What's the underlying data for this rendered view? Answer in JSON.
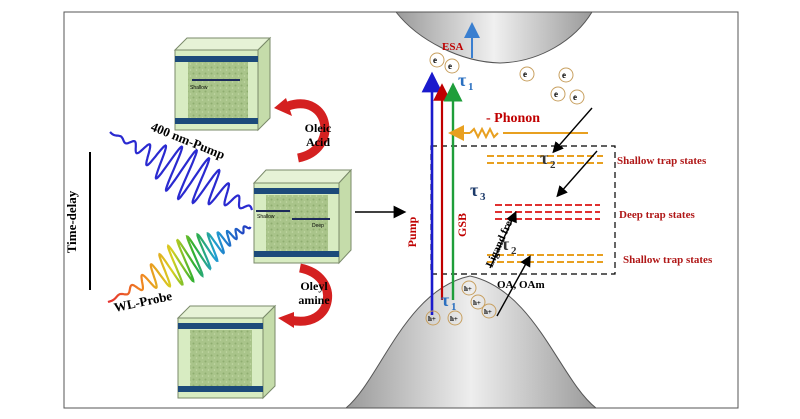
{
  "left_panel": {
    "time_axis_label": "Time-delay",
    "pump_label": "400 nm-Pump",
    "probe_label": "WL-Probe",
    "top_arrow_label_1": "Oleic",
    "top_arrow_label_2": "Acid",
    "bottom_arrow_label_1": "Oleyl",
    "bottom_arrow_label_2": "amine",
    "cube_top_inner_label": "Shallow",
    "cube_mid_inner_shallow": "Shallow",
    "cube_mid_inner_deep": "Deep"
  },
  "right_panel": {
    "esa_label": "ESA",
    "tau1_top": "τ",
    "tau1_top_sub": "1",
    "tau2_top": "τ",
    "tau2_top_sub": "2",
    "tau3": "τ",
    "tau3_sub": "3",
    "tau1_bottom": "τ",
    "tau1_bottom_sub": "1",
    "tau2_bottom": "τ",
    "tau2_bottom_sub": "2",
    "phonon_label": "- Phonon",
    "pump_label": "Pump",
    "gsb_label": "GSB",
    "ligand_label": "Ligand free",
    "oa_label": "OA, OAm",
    "trap_shallow_top": "Shallow trap states",
    "trap_deep": "Deep trap states",
    "trap_shallow_bottom": "Shallow trap states",
    "electron": "e",
    "hole": "h+"
  },
  "colors": {
    "pump_blue": "#1a1acc",
    "green": "#1f9e3a",
    "red": "#c00000",
    "orange": "#e8a020",
    "dark_red": "#b01818",
    "cube_face": "#d8ecc2",
    "cube_band": "#1c4a7a"
  }
}
